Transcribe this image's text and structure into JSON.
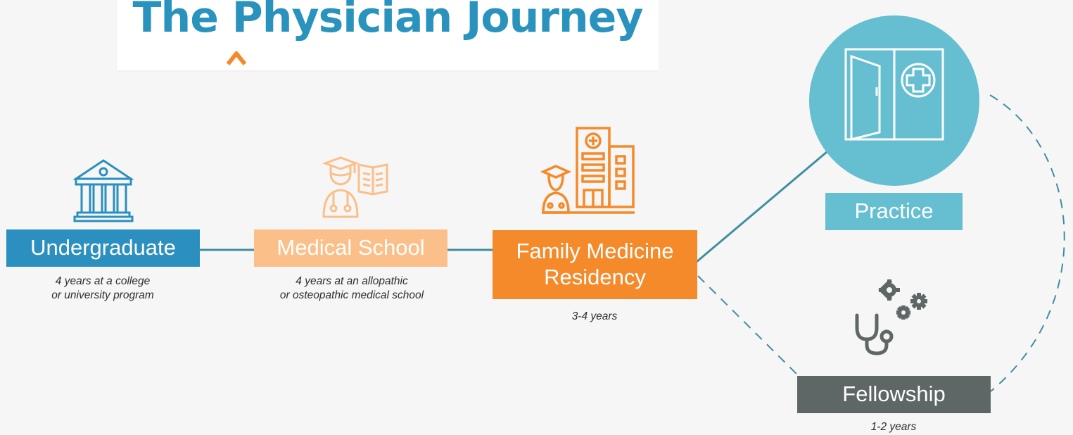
{
  "title": "The Physician Journey",
  "colors": {
    "title": "#2a93bd",
    "accent_caret": "#f58a2a",
    "undergraduate": "#2b8fbf",
    "medical_school": "#fbbf8a",
    "residency": "#f58a2a",
    "practice": "#65bfd1",
    "fellowship": "#5e6666",
    "connector": "#3f8fa0"
  },
  "stages": {
    "undergraduate": {
      "label": "Undergraduate",
      "note": "4 years at a college\nor university program",
      "icon": "university-building-icon"
    },
    "medical_school": {
      "label": "Medical School",
      "note": "4 years at an allopathic\nor osteopathic medical school",
      "icon": "student-with-book-icon"
    },
    "residency": {
      "label": "Family Medicine\nResidency",
      "note": "3-4 years",
      "icon": "graduate-and-hospital-icon"
    },
    "practice": {
      "label": "Practice",
      "icon": "clinic-door-icon"
    },
    "fellowship": {
      "label": "Fellowship",
      "note": "1-2 years",
      "icon": "stethoscope-gears-icon"
    }
  }
}
